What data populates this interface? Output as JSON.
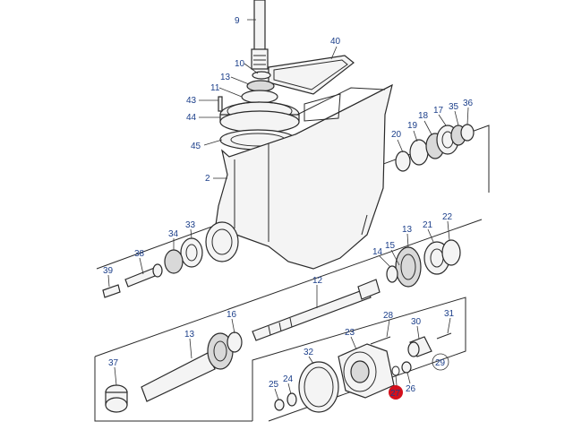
{
  "diagram": {
    "colors": {
      "callout_text": "#1c3f8a",
      "highlight": "#d4101c",
      "line": "#2a2a2a"
    },
    "callouts": {
      "c9": "9",
      "c40": "40",
      "c10": "10",
      "c13a": "13",
      "c11": "11",
      "c43": "43",
      "c44": "44",
      "c45": "45",
      "c2": "2",
      "c20": "20",
      "c19": "19",
      "c18": "18",
      "c17": "17",
      "c35": "35",
      "c36": "36",
      "c33": "33",
      "c34": "34",
      "c38": "38",
      "c39": "39",
      "c13b": "13",
      "c21": "21",
      "c22": "22",
      "c14": "14",
      "c15": "15",
      "c12": "12",
      "c16": "16",
      "c13c": "13",
      "c28": "28",
      "c30": "30",
      "c31": "31",
      "c37": "37",
      "c23": "23",
      "c32": "32",
      "c29": "29",
      "c24": "24",
      "c25": "25",
      "c26": "26",
      "c27": "27"
    }
  }
}
